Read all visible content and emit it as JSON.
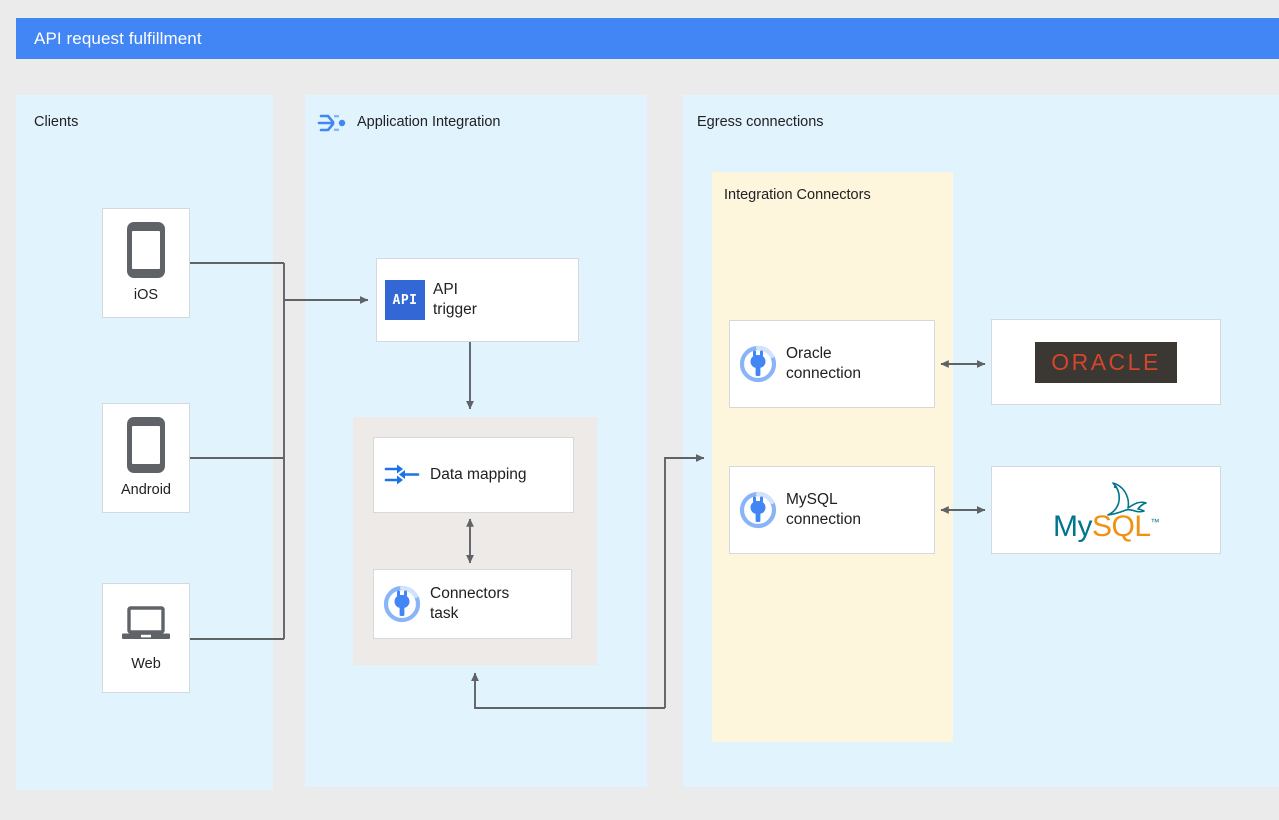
{
  "header": {
    "title": "API request fulfillment",
    "background_color": "#4285f4",
    "text_color": "#ffffff"
  },
  "zones": [
    {
      "id": "clients",
      "label": "Clients",
      "background_color": "#e1f3fd",
      "icon": null
    },
    {
      "id": "appint",
      "label": "Application Integration",
      "background_color": "#e1f3fd",
      "icon": "application-integration-icon"
    },
    {
      "id": "egress",
      "label": "Egress connections",
      "background_color": "#e1f3fd",
      "icon": null
    }
  ],
  "groups": [
    {
      "id": "tasks",
      "label": "",
      "background_color": "#eeeae7"
    },
    {
      "id": "connectors",
      "label": "Integration Connectors",
      "background_color": "#fdf5dc"
    }
  ],
  "clients": [
    {
      "id": "ios",
      "label": "iOS",
      "icon": "phone-icon"
    },
    {
      "id": "android",
      "label": "Android",
      "icon": "phone-icon"
    },
    {
      "id": "web",
      "label": "Web",
      "icon": "laptop-icon"
    }
  ],
  "integration_nodes": [
    {
      "id": "api-trigger",
      "label": "API\ntrigger",
      "icon": "api-badge-icon"
    },
    {
      "id": "data-mapping",
      "label": "Data mapping",
      "icon": "data-mapping-icon"
    },
    {
      "id": "connectors-task",
      "label": "Connectors\ntask",
      "icon": "connector-plug-icon"
    }
  ],
  "connections": [
    {
      "id": "oracle-connection",
      "label": "Oracle\nconnection",
      "icon": "connector-plug-icon"
    },
    {
      "id": "mysql-connection",
      "label": "MySQL\nconnection",
      "icon": "connector-plug-icon"
    }
  ],
  "databases": [
    {
      "id": "oracle-db",
      "logo": "oracle-logo",
      "wordmark": "ORACLE",
      "logo_color": "#d4462c",
      "logo_background": "#3b3733"
    },
    {
      "id": "mysql-db",
      "logo": "mysql-logo",
      "wordmark_primary": "My",
      "wordmark_secondary": "SQL",
      "trademark": "™",
      "primary_color": "#00758f",
      "secondary_color": "#f29111"
    }
  ],
  "api_badge_text": "API",
  "colors": {
    "accent": "#4285f4",
    "zone_blue": "#e1f3fd",
    "group_beige": "#eeeae7",
    "group_cream": "#fdf5dc",
    "line": "#5f6368",
    "page_background": "#ebebeb"
  }
}
